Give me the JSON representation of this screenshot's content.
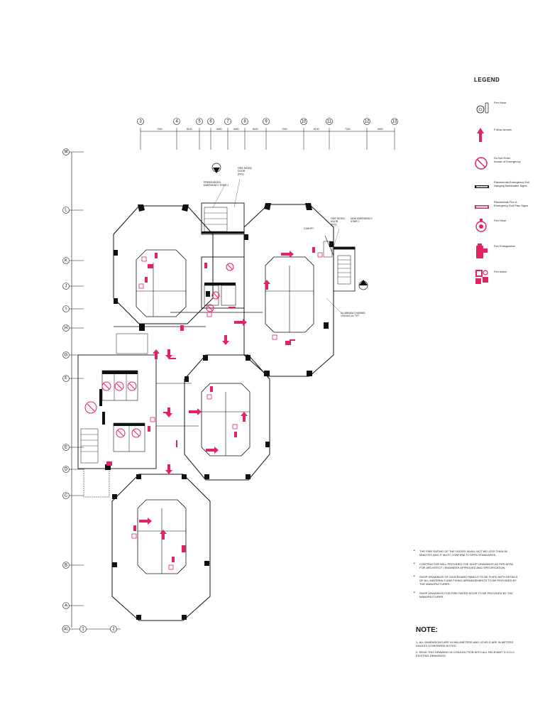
{
  "legend": {
    "title": "LEGEND",
    "items": [
      {
        "label": "Fire Hose",
        "icon": "hose-reel-icon"
      },
      {
        "label": "Follow Arrows",
        "icon": "follow-arrow-icon"
      },
      {
        "label": "Do Not Enter\nIncase of Emergency",
        "icon": "no-entry-icon"
      },
      {
        "label": "Placements Emergency Exit\nHanging Illuminated Signs",
        "icon": "hanging-exit-sign-icon"
      },
      {
        "label": "Placements Fire &\nEmergency Exit Plan Signs",
        "icon": "plan-sign-icon"
      },
      {
        "label": "Fire Hose",
        "icon": "fire-hose-sign-icon"
      },
      {
        "label": "Fire Extinguisher",
        "icon": "fire-extinguisher-icon"
      },
      {
        "label": "Fire Alarm",
        "icon": "fire-alarm-icon"
      }
    ]
  },
  "grid": {
    "columns": [
      "3",
      "4",
      "5",
      "6",
      "7",
      "8",
      "9",
      "10",
      "11",
      "12",
      "13"
    ],
    "rows": [
      "M",
      "L",
      "K",
      "J",
      "I",
      "H",
      "G",
      "F",
      "E",
      "D",
      "C",
      "B",
      "A",
      "A1"
    ],
    "bottom_columns": [
      "1",
      "2"
    ],
    "dimensions": [
      "7200",
      "8100",
      "6000",
      "6000",
      "8100",
      "7200",
      "8100",
      "7200",
      "6000"
    ]
  },
  "plan_labels": {
    "pressurized_stair": "PRESSURIZED\nEMERGENCY STAIR 1",
    "fire_rated_door_1": "FIRE RATED\nDOOR\n(FR1)",
    "fire_rated_door_2": "FIRE RATED\nDOOR\n(FR1)",
    "new_stair": "NEW EMERGENCY\nSTAIR 2",
    "canopy": "CANOPY",
    "aluminum_channel": "ALUMINUM CHANNEL\n100x100 c/s TYP."
  },
  "notes_bullets": [
    "THE FIRE RATING OF THE DOORS SHALL NOT BE LESS THAN 90 MINUTES AND IT MUST CONFIRM TO NFPA STANDARDS.",
    "CONTRACTOR WILL PROVIDED THE SHOP DRAWINGS AS PER NFPA FOR ARCHITECT / ENGINEER APPROVED AND SPECIFICATION.",
    "SHOP DRAWINGS OF SIGN BOARD PANELS TO BE FIXED WITH DETAILS OF ALL MATERIALS AND FIXING ARRANGEMENTS TO BE PROVIDED BY THE MANUFACTURER.",
    "SHOP DRAWINGS FOR FIRE RATED DOOR TO BE PROVIDED BY THE MANUFACTURER."
  ],
  "note": {
    "heading": "NOTE:",
    "lines": [
      "1- ALL DIMENSIONS ARE IN MILLIMETERS AND LEVELS ARE IN METERS UNLESS OTHERWISE NOTED.",
      "2- READ THIS DRAWING IN CONJUNCTION WITH ALL RELEVANT D.G.D.C. EXISTING DRAWINGS."
    ]
  },
  "colors": {
    "line": "#111111",
    "safety": "#e0245e",
    "fill_dark": "#111111"
  }
}
